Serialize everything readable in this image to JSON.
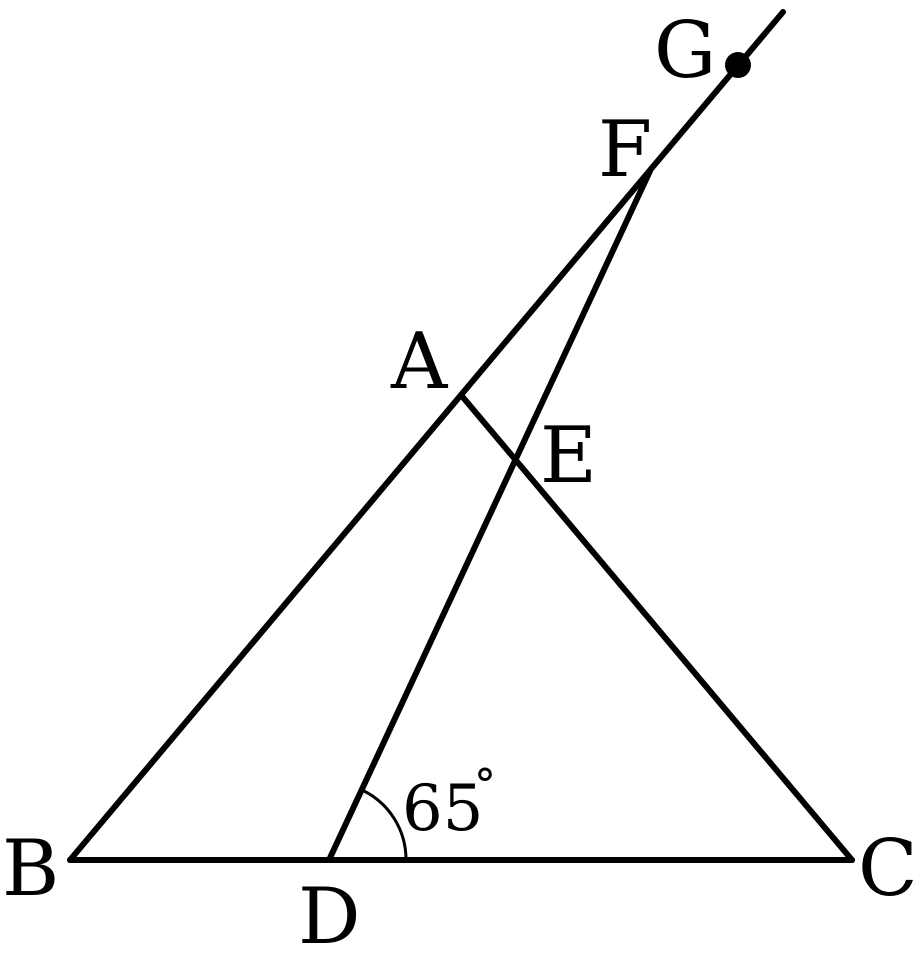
{
  "points": {
    "A": "A",
    "B": "B",
    "C": "C",
    "D": "D",
    "E": "E",
    "F": "F",
    "G": "G"
  },
  "angle": {
    "value": "65",
    "degree": "°"
  }
}
